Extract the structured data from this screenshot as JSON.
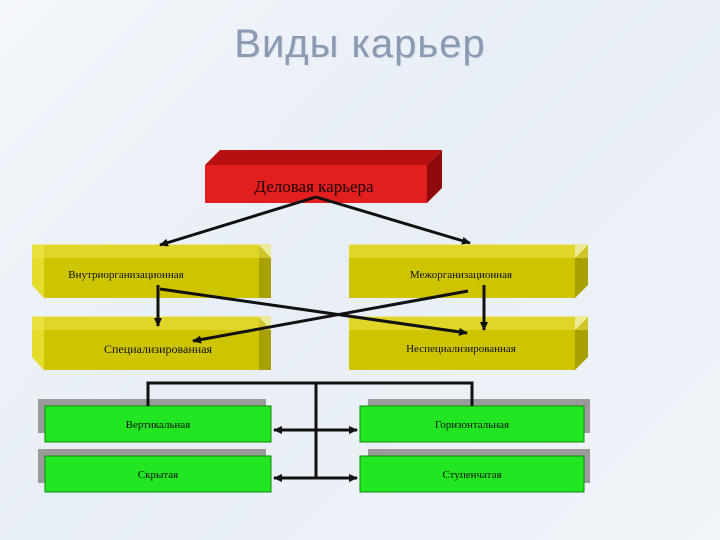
{
  "slide": {
    "title": "Виды карьер"
  },
  "diagram": {
    "root": {
      "label": "Деловая карьера",
      "color": "#e21e1e"
    },
    "tier1": [
      {
        "label": "Внутриорганизационная"
      },
      {
        "label": "Межорганизационная"
      },
      {
        "label": "Специализированная"
      },
      {
        "label": "Неспециализированная"
      }
    ],
    "tier2": [
      {
        "label": "Вертикальная"
      },
      {
        "label": "Горизонтальная"
      },
      {
        "label": "Скрытая"
      },
      {
        "label": "Ступенчатая"
      }
    ],
    "colors": {
      "tier1_fill": "#cfc400",
      "tier1_top": "#e8e23a",
      "tier1_side": "#9a9100",
      "tier2_fill": "#22e622",
      "connector": "#111111"
    }
  }
}
